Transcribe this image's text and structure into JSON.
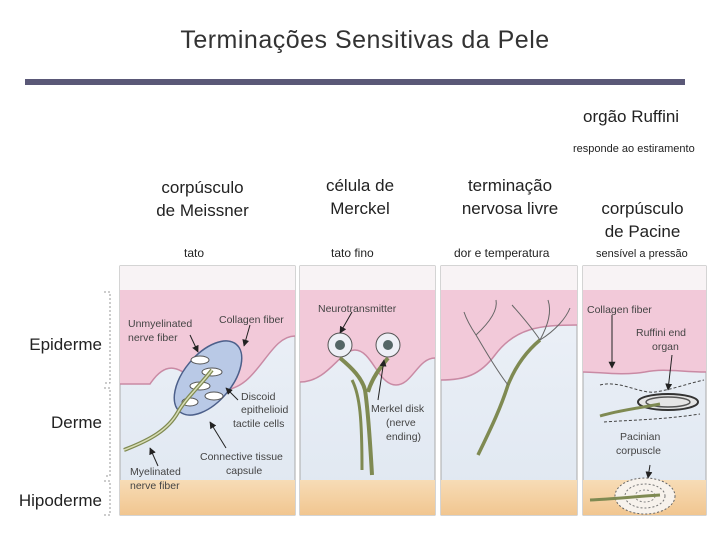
{
  "title": "Terminações Sensitivas da Pele",
  "columns": {
    "ruffini": {
      "name": "orgão Ruffini",
      "function": "responde ao estiramento"
    },
    "meissner": {
      "name_line1": "corpúsculo",
      "name_line2": "de Meissner",
      "function": "tato"
    },
    "merkel": {
      "name_line1": "célula de",
      "name_line2": "Merckel",
      "function": "tato fino"
    },
    "free": {
      "name_line1": "terminação",
      "name_line2": "nervosa livre",
      "function": "dor e temperatura"
    },
    "pacini": {
      "name_line1": "corpúsculo",
      "name_line2": "de Pacine",
      "function": "sensível a pressão"
    }
  },
  "layers": {
    "epidermis": "Epiderme",
    "dermis": "Derme",
    "hypodermis": "Hipoderme"
  },
  "figure_labels": {
    "unmyelinated_1": "Unmyelinated",
    "unmyelinated_2": "nerve fiber",
    "collagen_a": "Collagen fiber",
    "discoid_1": "Discoid",
    "discoid_2": "epithelioid",
    "discoid_3": "tactile cells",
    "capsule_1": "Connective tissue",
    "capsule_2": "capsule",
    "myelinated_1": "Myelinated",
    "myelinated_2": "nerve fiber",
    "neurotransmitter": "Neurotransmitter",
    "merkel_1": "Merkel disk",
    "merkel_2": "(nerve",
    "merkel_3": "ending)",
    "collagen_b": "Collagen fiber",
    "ruffini_1": "Ruffini  end",
    "ruffini_2": "organ",
    "pacinian_1": "Pacinian",
    "pacinian_2": "corpuscle"
  },
  "colors": {
    "epidermis": "#f0c8d8",
    "dermis": "#e4ebf4",
    "hypodermis": "#f4d8b0",
    "nerve": "#7f8a52",
    "rule": "#5a5877"
  }
}
